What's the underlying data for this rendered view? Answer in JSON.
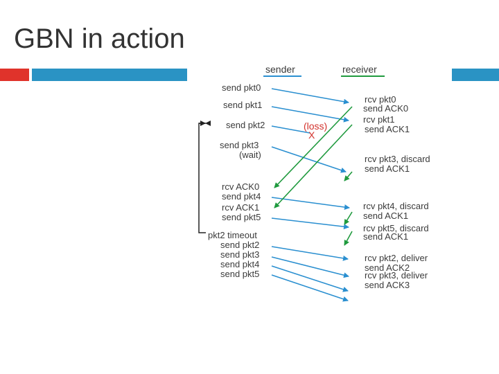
{
  "slide": {
    "title": "GBN in action",
    "accent_red": "#e0332b",
    "accent_blue": "#2a93c4"
  },
  "diagram": {
    "headers": {
      "sender": "sender",
      "receiver": "receiver"
    },
    "sender_events": [
      "send pkt0",
      "send pkt1",
      "send pkt2",
      "send pkt3",
      "(wait)",
      "rcv ACK0",
      "send pkt4",
      "rcv ACK1",
      "send pkt5",
      "pkt2 timeout",
      "send pkt2",
      "send pkt3",
      "send pkt4",
      "send pkt5"
    ],
    "receiver_events": [
      "rcv pkt0",
      "send ACK0",
      "rcv pkt1",
      "send ACK1",
      "rcv pkt3, discard",
      "send ACK1",
      "rcv pkt4, discard",
      "send ACK1",
      "rcv pkt5, discard",
      "send ACK1",
      "rcv pkt2, deliver",
      "send ACK2",
      "rcv pkt3, deliver",
      "send ACK3"
    ],
    "loss_label": "(loss)",
    "loss_mark": "X",
    "colors": {
      "packet": "#2a8fd0",
      "ack": "#1f9a3e",
      "loss": "#d2302a",
      "text": "#3a3a3a",
      "timer": "#222222"
    }
  }
}
